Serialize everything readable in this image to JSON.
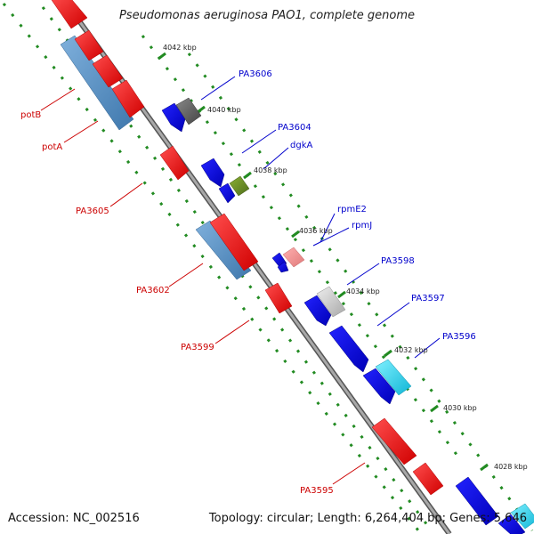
{
  "title": "Pseudomonas aeruginosa PAO1, complete genome",
  "footer": {
    "accession": "Accession: NC_002516",
    "topology": "Topology: circular; Length: 6,264,404 bp; Genes: 5,646"
  },
  "colors": {
    "backbone": "#808080",
    "tick_dots": "#228B22",
    "label_red": "#cc0000",
    "label_blue": "#0000cc"
  },
  "kbp_ticks": [
    "4042 kbp",
    "4040 kbp",
    "4038 kbp",
    "4036 kbp",
    "4034 kbp",
    "4032 kbp",
    "4030 kbp",
    "4028 kbp"
  ],
  "gene_labels": {
    "left": [
      "potB",
      "potA",
      "PA3605",
      "PA3602",
      "PA3599",
      "PA3595"
    ],
    "right": [
      "PA3606",
      "PA3604",
      "dgkA",
      "rpmE2",
      "rpmJ",
      "PA3598",
      "PA3597",
      "PA3596"
    ]
  },
  "gene_colors": [
    "red",
    "steelblue",
    "blue",
    "dimgray",
    "olive",
    "salmon",
    "lightgray",
    "cyan"
  ]
}
